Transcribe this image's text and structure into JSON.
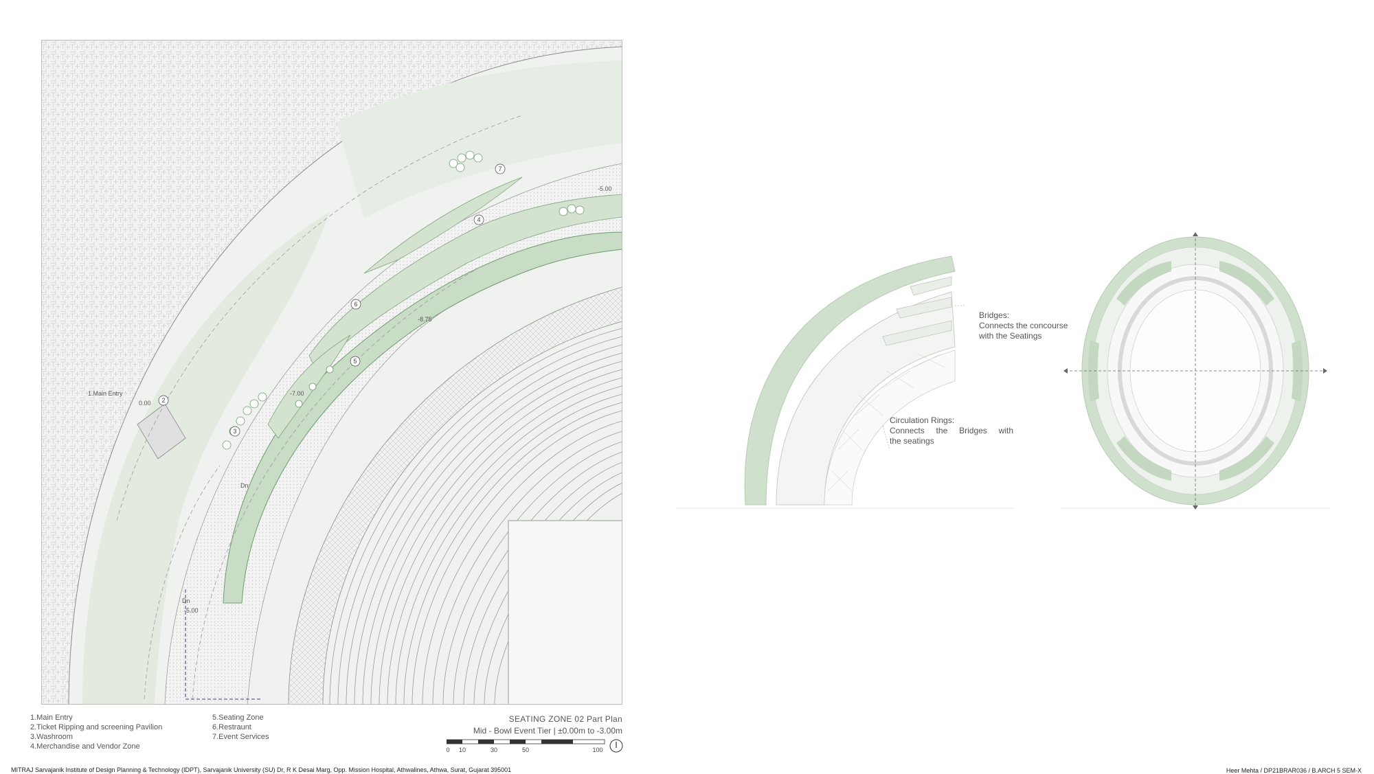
{
  "plan": {
    "title": "SEATING ZONE 02 Part Plan",
    "subtitle": "Mid - Bowl Event Tier | ±0.00m to -3.00m",
    "labels": {
      "main_entry": "1.Main Entry",
      "zone2": "2",
      "zone3": "3",
      "zone4": "4",
      "zone5": "5",
      "zone6": "6",
      "zone7": "7",
      "dn1": "Dn",
      "dn2": "Dn"
    },
    "levels": [
      "0.00",
      "-7.00",
      "-8.75",
      "-5.00",
      "-5.00"
    ],
    "scale": {
      "ticks": [
        "0",
        "10",
        "30",
        "50",
        "100"
      ]
    }
  },
  "legend": {
    "left": [
      "1.Main Entry",
      "2.Ticket Ripping and screening Pavilion",
      "3.Washroom",
      "4.Merchandise and Vendor Zone"
    ],
    "right": [
      "5.Seating Zone",
      "6.Restraunt",
      "7.Event Services"
    ]
  },
  "annotations": {
    "bridges": {
      "title": "Bridges:",
      "lines": [
        "Connects the concourse",
        "with the Seatings"
      ]
    },
    "rings": {
      "title": "Circulation Rings:",
      "lines": [
        "Connects the Bridges with",
        "the seatings"
      ]
    }
  },
  "footer": {
    "institute": "MITRAJ Sarvajanik Institute of Design Planning & Technology (IDPT), Sarvajanik University (SU) Dr, R K Desai Marg, Opp. Mission Hospital, Athwalines, Athwa, Surat, Gujarat 395001",
    "author": "Heer Mehta  /  DP21BRAR036  /  B.ARCH 5 SEM-X"
  },
  "colors": {
    "green": "#c9dcc6",
    "green_dark": "#6d9a6d",
    "hatch": "#dcdcdc",
    "line": "#9a9a9a"
  }
}
